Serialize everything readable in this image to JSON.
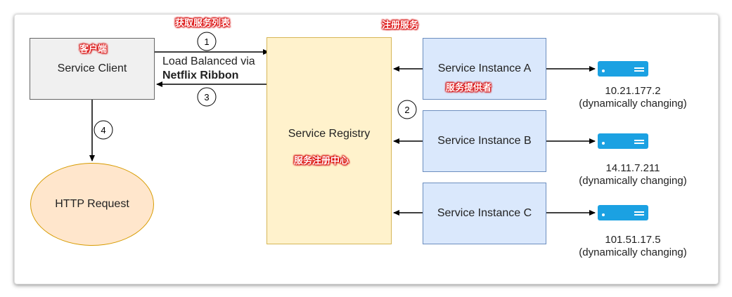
{
  "top_tags": {
    "get_service_list": "获取服务列表",
    "register_service": "注册服务"
  },
  "client": {
    "label": "Service Client",
    "tag": "客户端"
  },
  "registry": {
    "label": "Service Registry",
    "tag": "服务注册中心"
  },
  "instances": [
    {
      "label": "Service Instance A",
      "ip": "10.21.177.2",
      "note": "(dynamically changing)"
    },
    {
      "label": "Service Instance B",
      "ip": "14.11.7.211",
      "note": "(dynamically changing)"
    },
    {
      "label": "Service Instance C",
      "ip": "101.51.17.5",
      "note": "(dynamically changing)"
    }
  ],
  "provider_tag": "服务提供者",
  "http": {
    "label": "HTTP Request"
  },
  "load_balance": {
    "line1": "Load Balanced via",
    "line2": "Netflix Ribbon"
  },
  "steps": {
    "s1": "1",
    "s2": "2",
    "s3": "3",
    "s4": "4"
  },
  "colors": {
    "registry_fill": "#fff2cc",
    "instance_fill": "#dae8fc",
    "http_fill": "#ffe6cc",
    "server": "#1ba1e2",
    "tag_red": "#e00000"
  },
  "icons": {
    "server": "server-icon"
  }
}
